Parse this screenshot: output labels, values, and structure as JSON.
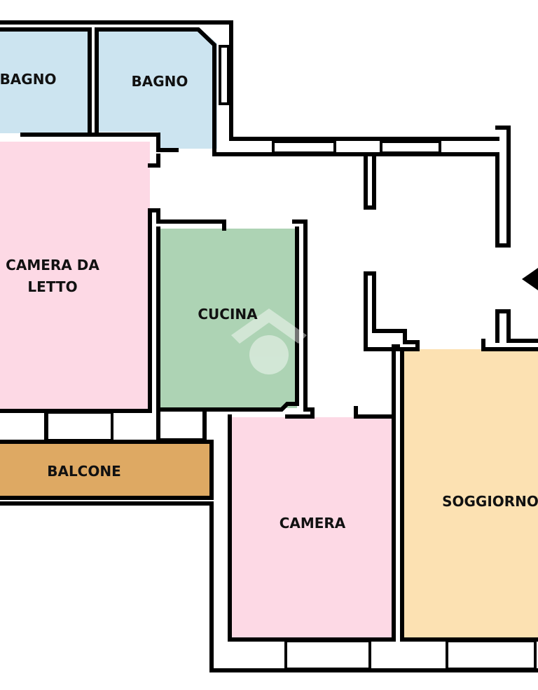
{
  "rooms": {
    "bagno_1": {
      "label": "BAGNO",
      "color": "#cce4f0"
    },
    "bagno_2": {
      "label": "BAGNO",
      "color": "#cce4f0"
    },
    "camera_da_letto": {
      "label_line1": "CAMERA DA",
      "label_line2": "LETTO",
      "color": "#fdd9e5"
    },
    "cucina": {
      "label": "CUCINA",
      "color": "#add3b4"
    },
    "balcone": {
      "label": "BALCONE",
      "color": "#dea963"
    },
    "camera": {
      "label": "CAMERA",
      "color": "#fdd9e5"
    },
    "soggiorno": {
      "label": "SOGGIORNO",
      "color": "#fce1b2"
    }
  },
  "colors": {
    "wall": "#000000",
    "watermark": "#ffffff"
  },
  "icons": {
    "entrance": "entrance-arrow-icon",
    "watermark": "house-watermark-icon"
  }
}
